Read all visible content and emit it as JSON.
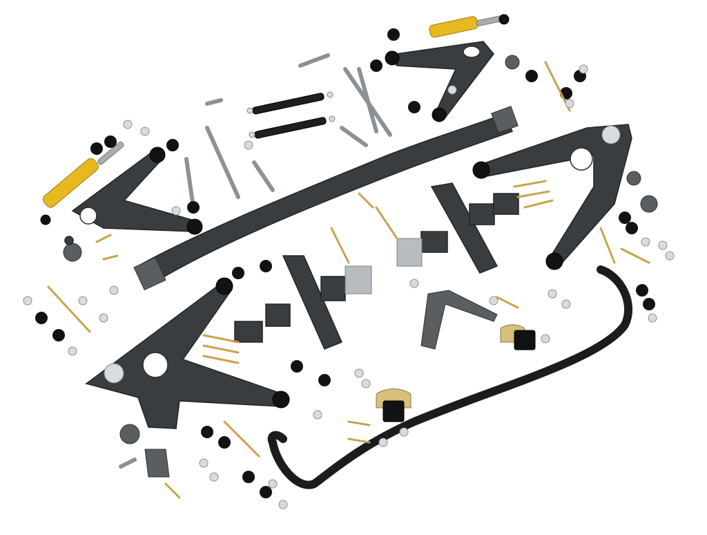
{
  "colors": {
    "background": "#ffffff",
    "steel_dark": "#3a3d3f",
    "steel_mid": "#5a5e61",
    "steel_light": "#8c9195",
    "plate": "#b8bcc0",
    "shock_yellow": "#e8b91e",
    "shock_gray": "#a9adb0",
    "coilover_black": "#1e1f21",
    "bushing_black": "#111213",
    "polished": "#d9dcdf",
    "bracket_gold": "#d6c07a",
    "brass": "#c9a24a",
    "sway_bar": "#1b1c1e",
    "accent_red": "#c0283a"
  },
  "parts": [
    {
      "name": "shock-absorber",
      "count": 2
    },
    {
      "name": "coilover-shock",
      "count": 2
    },
    {
      "name": "upper-control-arm",
      "count": 2
    },
    {
      "name": "lower-control-arm",
      "count": 2
    },
    {
      "name": "crossmember",
      "count": 1
    },
    {
      "name": "tie-rod",
      "count": 6
    },
    {
      "name": "sway-bar",
      "count": 1
    },
    {
      "name": "spindle",
      "count": 2
    },
    {
      "name": "ball-joint",
      "count": 4
    },
    {
      "name": "idler-arm",
      "count": 1
    },
    {
      "name": "motor-mount",
      "count": 2
    },
    {
      "name": "bushing",
      "count": 24
    },
    {
      "name": "bolt",
      "count": 20
    },
    {
      "name": "washer",
      "count": 30
    }
  ]
}
